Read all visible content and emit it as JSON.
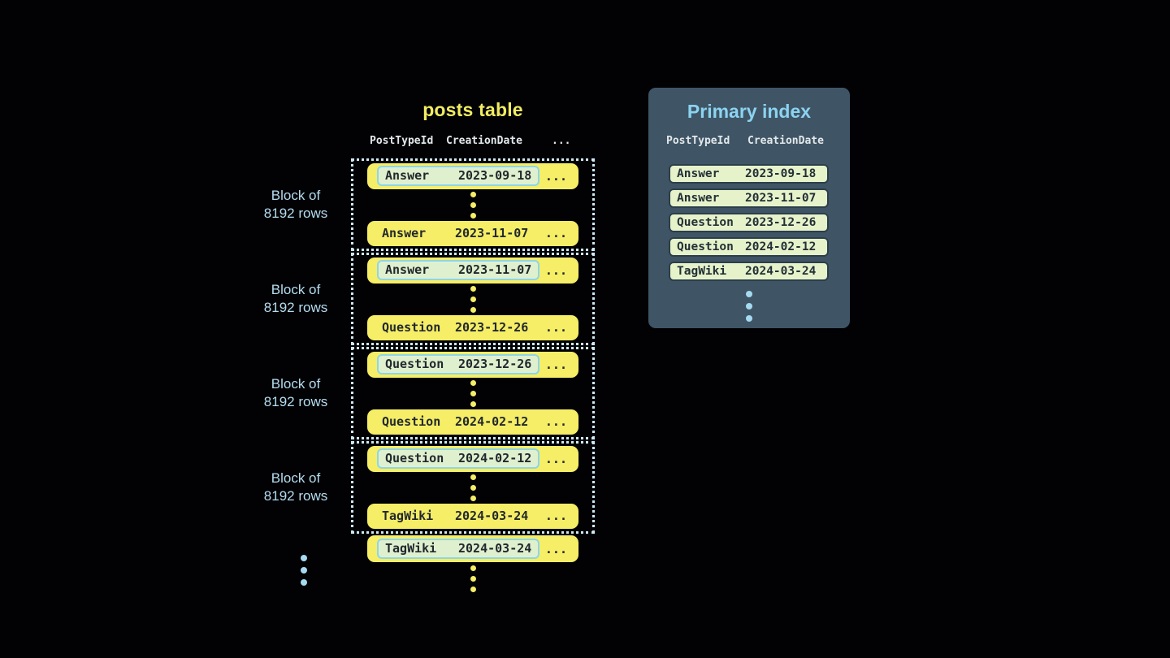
{
  "posts_table": {
    "title": "posts table",
    "columns": [
      "PostTypeId",
      "CreationDate",
      "..."
    ],
    "block_label": {
      "line1": "Block of",
      "line2": "8192 rows"
    },
    "blocks": [
      {
        "first_row": {
          "type": "Answer",
          "date": "2023-09-18",
          "more": "..."
        },
        "last_row": {
          "type": "Answer",
          "date": "2023-11-07",
          "more": "..."
        }
      },
      {
        "first_row": {
          "type": "Answer",
          "date": "2023-11-07",
          "more": "..."
        },
        "last_row": {
          "type": "Question",
          "date": "2023-12-26",
          "more": "..."
        }
      },
      {
        "first_row": {
          "type": "Question",
          "date": "2023-12-26",
          "more": "..."
        },
        "last_row": {
          "type": "Question",
          "date": "2024-02-12",
          "more": "..."
        }
      },
      {
        "first_row": {
          "type": "Question",
          "date": "2024-02-12",
          "more": "..."
        },
        "last_row": {
          "type": "TagWiki",
          "date": "2024-03-24",
          "more": "..."
        }
      }
    ],
    "trailing_row": {
      "type": "TagWiki",
      "date": "2024-03-24",
      "more": "..."
    }
  },
  "primary_index": {
    "title": "Primary index",
    "columns": [
      "PostTypeId",
      "CreationDate"
    ],
    "rows": [
      {
        "type": "Answer",
        "date": "2023-09-18"
      },
      {
        "type": "Answer",
        "date": "2023-11-07"
      },
      {
        "type": "Question",
        "date": "2023-12-26"
      },
      {
        "type": "Question",
        "date": "2024-02-12"
      },
      {
        "type": "TagWiki",
        "date": "2024-03-24"
      }
    ]
  },
  "colors": {
    "background": "#020205",
    "row_yellow": "#f5ee66",
    "row_text": "#22282e",
    "highlight_bg": "#dff0cf",
    "highlight_border": "#8ed5e9",
    "block_outline": "#cfe9f3",
    "block_label_text": "#b4dcee",
    "panel_bg": "#3f5565",
    "panel_title": "#8cd3f1",
    "pill_bg": "#e6f2ca",
    "pill_border": "#2c3e4a",
    "header_text": "#e3e8eb",
    "blue_dot": "#a5dbf0",
    "title_yellow": "#f2ec62"
  }
}
